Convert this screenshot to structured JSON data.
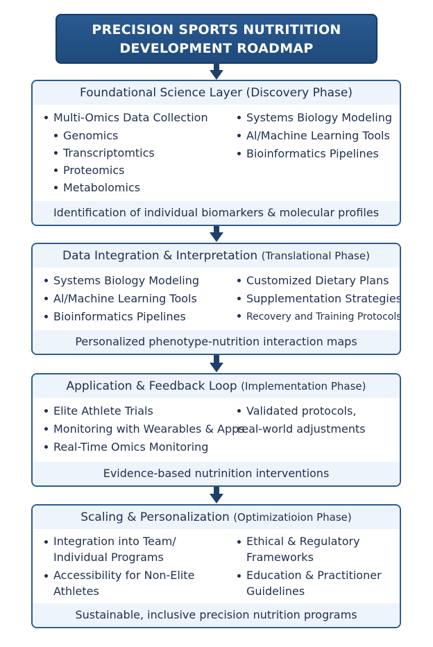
{
  "title": {
    "line1": "PRECISION SPORTS NUTRITITION",
    "line2": "DEVELOPMENT ROADMAP"
  },
  "phases": [
    {
      "heading": "Foundational Science Layer (Discovery Phase)",
      "left": [
        "Multi-Omics Data Collection",
        "Genomics",
        "Transcriptomtics",
        "Proteomics",
        "Metabolomics"
      ],
      "right": [
        "Systems Biology Modeling",
        "Al/Machine Learning Tools",
        "Bioinformatics Pipelines"
      ],
      "footer": "Identification of individual biomarkers & molecular profiles"
    },
    {
      "heading_main": "Data Integration & Interpretation",
      "heading_sub": "(Translational Phase)",
      "left": [
        "Systems Biology Modeling",
        "Al/Machine Learning Tools",
        "Bioinformatics Pipelines"
      ],
      "right": [
        "Customized Dietary Plans",
        "Supplementation Strategies",
        "Recovery and Training Protocols"
      ],
      "footer": "Personalized phenotype-nutrition interaction maps"
    },
    {
      "heading_main": "Application & Feedback Loop",
      "heading_sub": "(Implementation Phase)",
      "left": [
        "Elite Athlete Trials",
        "Monitoring with Wearables & Apps",
        "Real-Time Omics Monitoring"
      ],
      "right": [
        "Validated protocols,",
        "real-world adjustments"
      ],
      "footer": "Evidence-based nutrinition interventions"
    },
    {
      "heading_main": "Scaling & Personalization",
      "heading_sub": "(Optimizatioion Phase)",
      "left": [
        "Integration into Team/",
        "Individual Programs",
        "Accessibility for Non-Elite",
        "Athletes"
      ],
      "right": [
        "Ethical & Regulatory",
        "Frameworks",
        "Education & Practitioner",
        "Guidelines"
      ],
      "footer": "Sustainable, inclusive precision nutrition programs"
    }
  ],
  "colors": {
    "title_bg": "#1f4a7c",
    "border": "#2c5c8f",
    "band": "#eef4fb",
    "arrow": "#1f3f6b"
  }
}
